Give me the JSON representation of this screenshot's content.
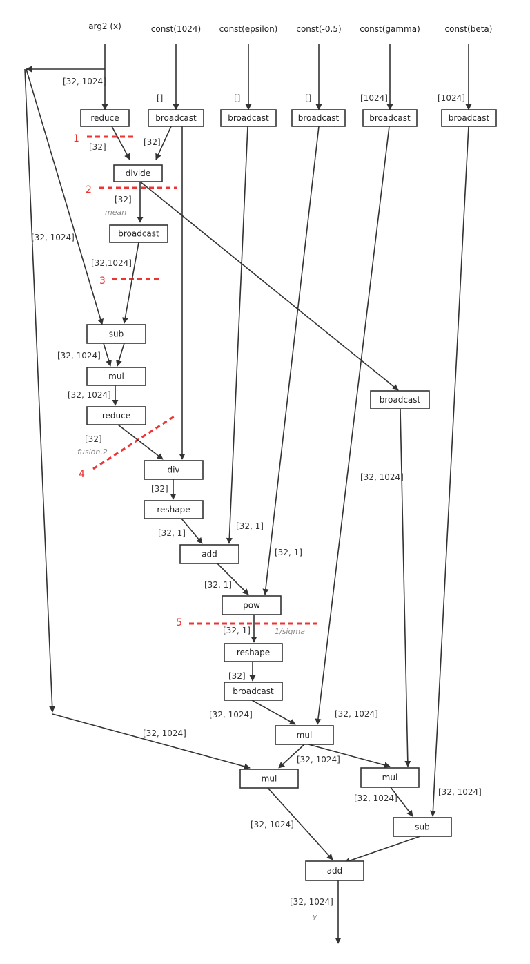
{
  "inputs": [
    {
      "id": "in_x",
      "label": "arg2 (x)"
    },
    {
      "id": "in_c1024",
      "label": "const(1024)"
    },
    {
      "id": "in_eps",
      "label": "const(epsilon)"
    },
    {
      "id": "in_m05",
      "label": "const(-0.5)"
    },
    {
      "id": "in_gamma",
      "label": "const(gamma)"
    },
    {
      "id": "in_beta",
      "label": "const(beta)"
    }
  ],
  "nodes": [
    {
      "id": "reduce1",
      "label": "reduce"
    },
    {
      "id": "bc1024",
      "label": "broadcast"
    },
    {
      "id": "bceps",
      "label": "broadcast"
    },
    {
      "id": "bcm05",
      "label": "broadcast"
    },
    {
      "id": "bcgamma",
      "label": "broadcast"
    },
    {
      "id": "bcbeta",
      "label": "broadcast"
    },
    {
      "id": "divide",
      "label": "divide"
    },
    {
      "id": "bcmean",
      "label": "broadcast"
    },
    {
      "id": "sub1",
      "label": "sub"
    },
    {
      "id": "mul1",
      "label": "mul"
    },
    {
      "id": "reduce2",
      "label": "reduce"
    },
    {
      "id": "bcright",
      "label": "broadcast"
    },
    {
      "id": "div",
      "label": "div"
    },
    {
      "id": "reshape1",
      "label": "reshape"
    },
    {
      "id": "add1",
      "label": "add"
    },
    {
      "id": "pow",
      "label": "pow"
    },
    {
      "id": "reshape2",
      "label": "reshape"
    },
    {
      "id": "bc2",
      "label": "broadcast"
    },
    {
      "id": "mul2",
      "label": "mul"
    },
    {
      "id": "mul3",
      "label": "mul"
    },
    {
      "id": "mul4",
      "label": "mul"
    },
    {
      "id": "sub2",
      "label": "sub"
    },
    {
      "id": "add2",
      "label": "add"
    }
  ],
  "edge_labels": [
    {
      "id": "e_x",
      "text": "[32, 1024]"
    },
    {
      "id": "e_c1024",
      "text": "[]"
    },
    {
      "id": "e_eps",
      "text": "[]"
    },
    {
      "id": "e_m05",
      "text": "[]"
    },
    {
      "id": "e_gamma",
      "text": "[1024]"
    },
    {
      "id": "e_beta",
      "text": "[1024]"
    },
    {
      "id": "e_red1",
      "text": "[32]"
    },
    {
      "id": "e_bc1024",
      "text": "[32]"
    },
    {
      "id": "e_divide",
      "text": "[32]"
    },
    {
      "id": "e_xsub",
      "text": "[32, 1024]"
    },
    {
      "id": "e_bcmean",
      "text": "[32,1024]"
    },
    {
      "id": "e_sub",
      "text": "[32, 1024]"
    },
    {
      "id": "e_mul1",
      "text": "[32, 1024]"
    },
    {
      "id": "e_red2",
      "text": "[32]"
    },
    {
      "id": "e_div",
      "text": "[32]"
    },
    {
      "id": "e_reshape1",
      "text": "[32, 1]"
    },
    {
      "id": "e_eps2",
      "text": "[32, 1]"
    },
    {
      "id": "e_m052",
      "text": "[32, 1]"
    },
    {
      "id": "e_add1",
      "text": "[32, 1]"
    },
    {
      "id": "e_pow",
      "text": "[32, 1]"
    },
    {
      "id": "e_reshape2",
      "text": "[32]"
    },
    {
      "id": "e_bcright",
      "text": "[32, 1024]"
    },
    {
      "id": "e_bc2",
      "text": "[32, 1024]"
    },
    {
      "id": "e_gamma2",
      "text": "[32, 1024]"
    },
    {
      "id": "e_xmul",
      "text": "[32, 1024]"
    },
    {
      "id": "e_mul2",
      "text": "[32, 1024]"
    },
    {
      "id": "e_beta2",
      "text": "[32, 1024]"
    },
    {
      "id": "e_mul4",
      "text": "[32, 1024]"
    },
    {
      "id": "e_mul3",
      "text": "[32, 1024]"
    },
    {
      "id": "e_out",
      "text": "[32, 1024]"
    }
  ],
  "annotations": [
    {
      "id": "a_mean",
      "text": "mean"
    },
    {
      "id": "a_fusion",
      "text": "fusion.2"
    },
    {
      "id": "a_sigma",
      "text": "1/sigma"
    },
    {
      "id": "a_y",
      "text": "y"
    }
  ],
  "cut_lines": [
    {
      "id": "cut1",
      "label": "1"
    },
    {
      "id": "cut2",
      "label": "2"
    },
    {
      "id": "cut3",
      "label": "3"
    },
    {
      "id": "cut4",
      "label": "4"
    },
    {
      "id": "cut5",
      "label": "5"
    }
  ],
  "colors": {
    "cut_line": "#ee3333",
    "edge": "#333333",
    "annotation": "#888888"
  }
}
